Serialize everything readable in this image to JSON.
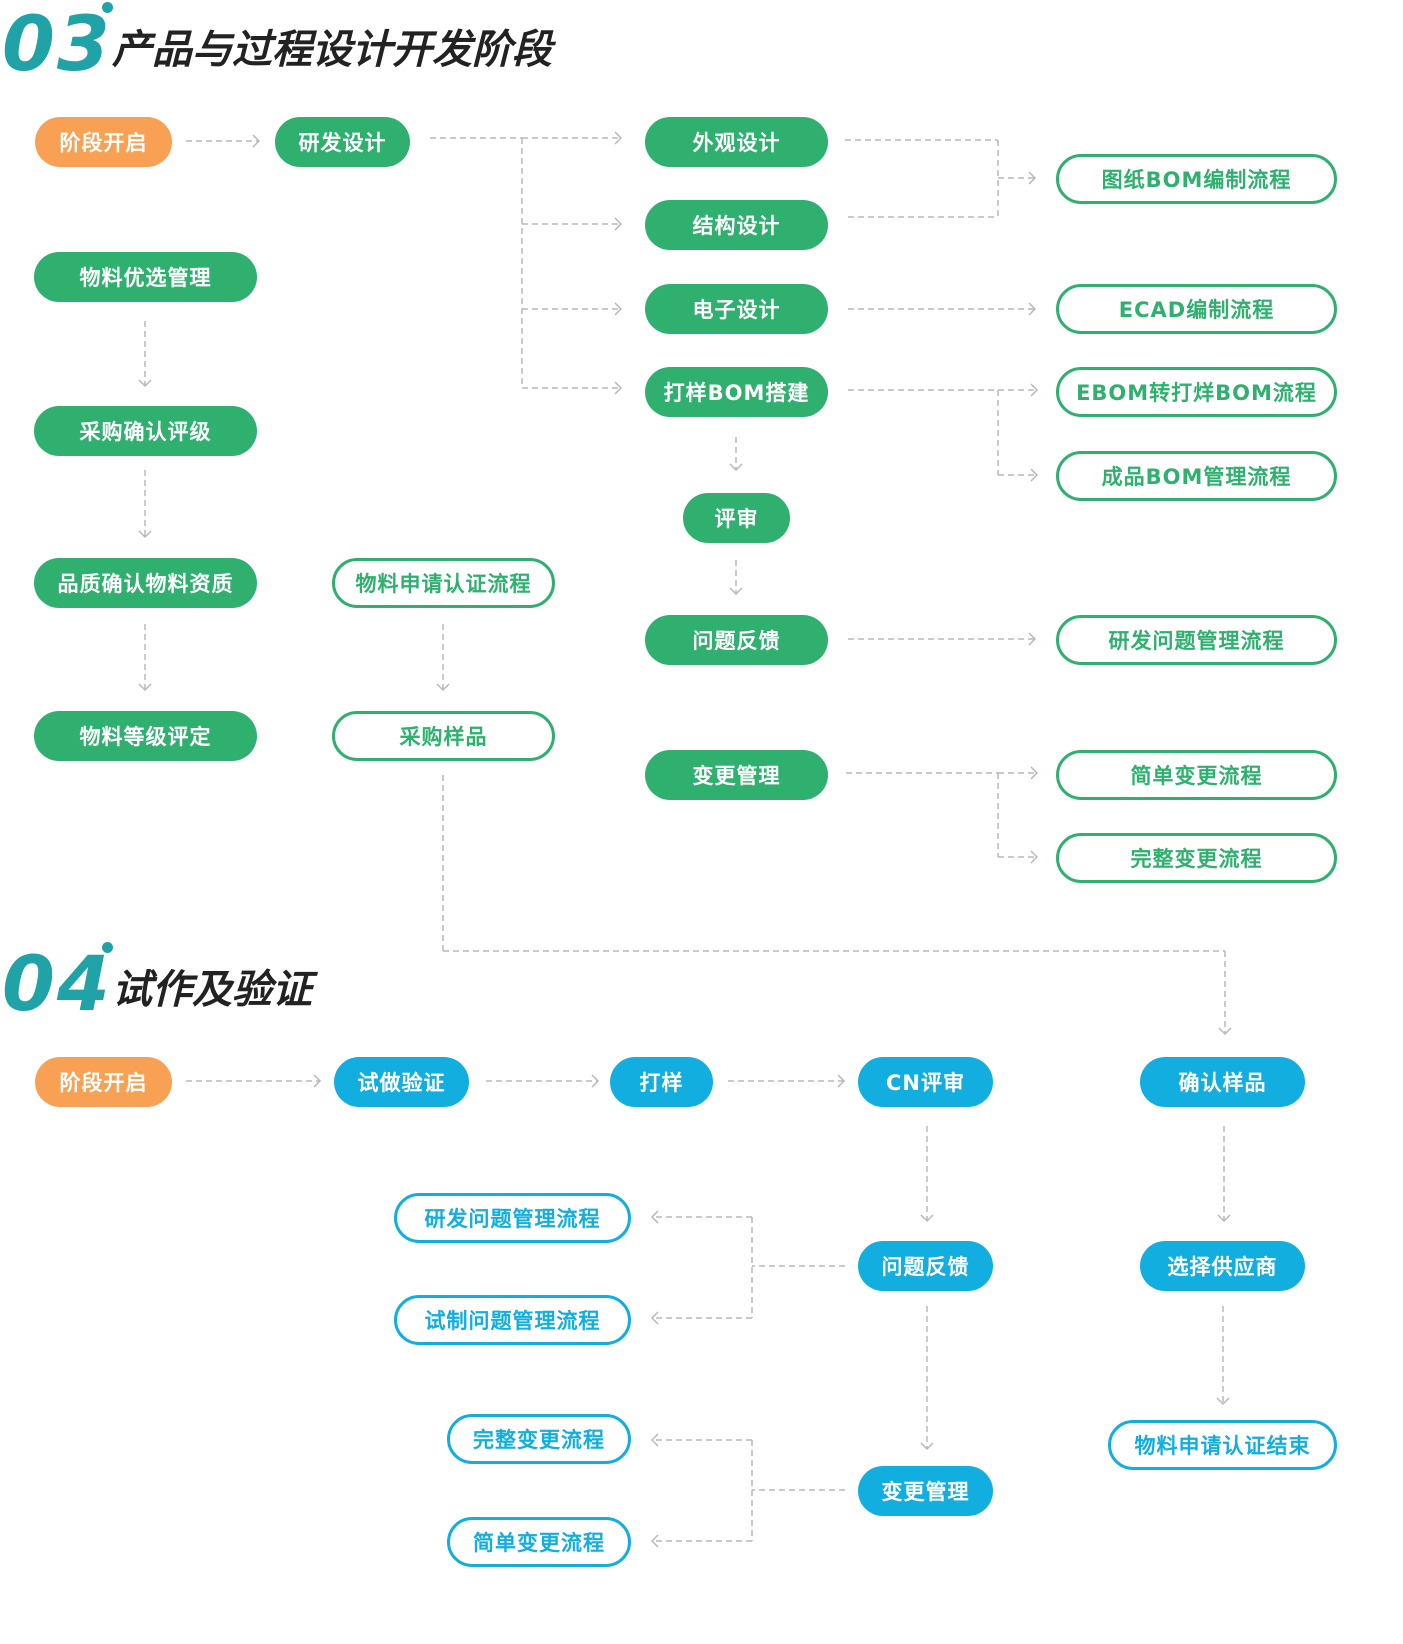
{
  "section03": {
    "number": "03",
    "title": "产品与过程设计开发阶段",
    "nodes": {
      "start": "阶段开启",
      "rnd_design": "研发设计",
      "appearance": "外观设计",
      "structure": "结构设计",
      "electronic": "电子设计",
      "proto_bom": "打样BOM搭建",
      "review": "评审",
      "issue_feedback": "问题反馈",
      "change_mgmt": "变更管理",
      "drawing_bom": "图纸BOM编制流程",
      "ecad": "ECAD编制流程",
      "ebom": "EBOM转打烊BOM流程",
      "finished_bom": "成品BOM管理流程",
      "rnd_issue": "研发问题管理流程",
      "simple_change": "简单变更流程",
      "full_change": "完整变更流程",
      "material_pref": "物料优选管理",
      "purchase_rating": "采购确认评级",
      "quality_qual": "品质确认物料资质",
      "material_grade": "物料等级评定",
      "material_cert": "物料申请认证流程",
      "purchase_sample": "采购样品"
    }
  },
  "section04": {
    "number": "04",
    "title": "试作及验证",
    "nodes": {
      "start": "阶段开启",
      "trial_verify": "试做验证",
      "sampling": "打样",
      "cn_review": "CN评审",
      "confirm_sample": "确认样品",
      "select_supplier": "选择供应商",
      "cert_end": "物料申请认证结束",
      "issue_feedback": "问题反馈",
      "change_mgmt": "变更管理",
      "rnd_issue": "研发问题管理流程",
      "trial_issue": "试制问题管理流程",
      "full_change": "完整变更流程",
      "simple_change": "简单变更流程"
    }
  },
  "colors": {
    "green": "#2fb06f",
    "orange": "#f8a155",
    "blue": "#12aee0",
    "teal": "#1fa3a6",
    "connector": "#b8b8b8"
  }
}
